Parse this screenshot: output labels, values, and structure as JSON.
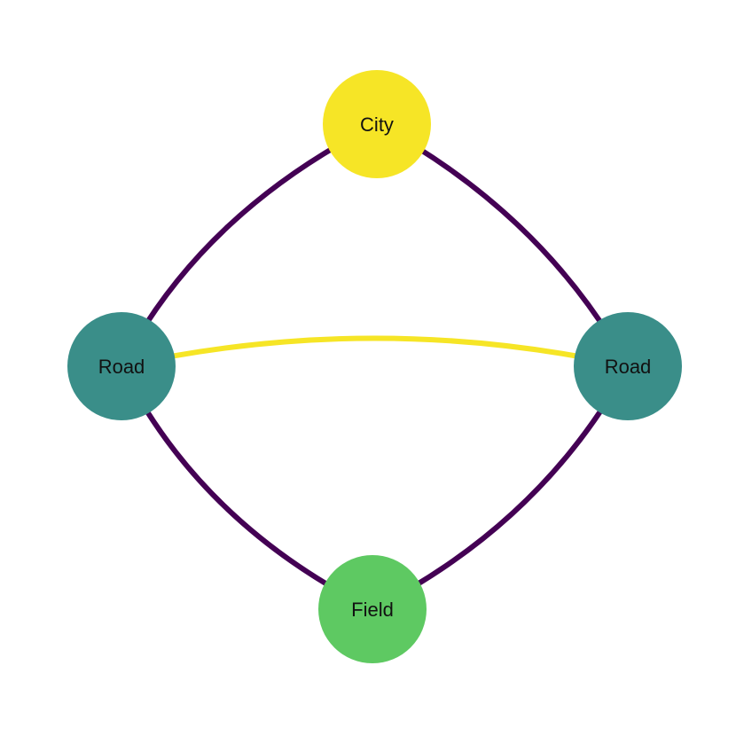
{
  "nodes": [
    {
      "id": "city",
      "label": "City",
      "color": "#f6e526"
    },
    {
      "id": "road-left",
      "label": "Road",
      "color": "#3a8e89"
    },
    {
      "id": "road-right",
      "label": "Road",
      "color": "#3a8e89"
    },
    {
      "id": "field",
      "label": "Field",
      "color": "#5ec962"
    }
  ],
  "edges": [
    {
      "from": "city",
      "to": "road-left",
      "color": "#440154"
    },
    {
      "from": "city",
      "to": "road-right",
      "color": "#440154"
    },
    {
      "from": "road-left",
      "to": "field",
      "color": "#440154"
    },
    {
      "from": "road-right",
      "to": "field",
      "color": "#440154"
    },
    {
      "from": "road-left",
      "to": "road-right",
      "color": "#f6e526"
    }
  ]
}
